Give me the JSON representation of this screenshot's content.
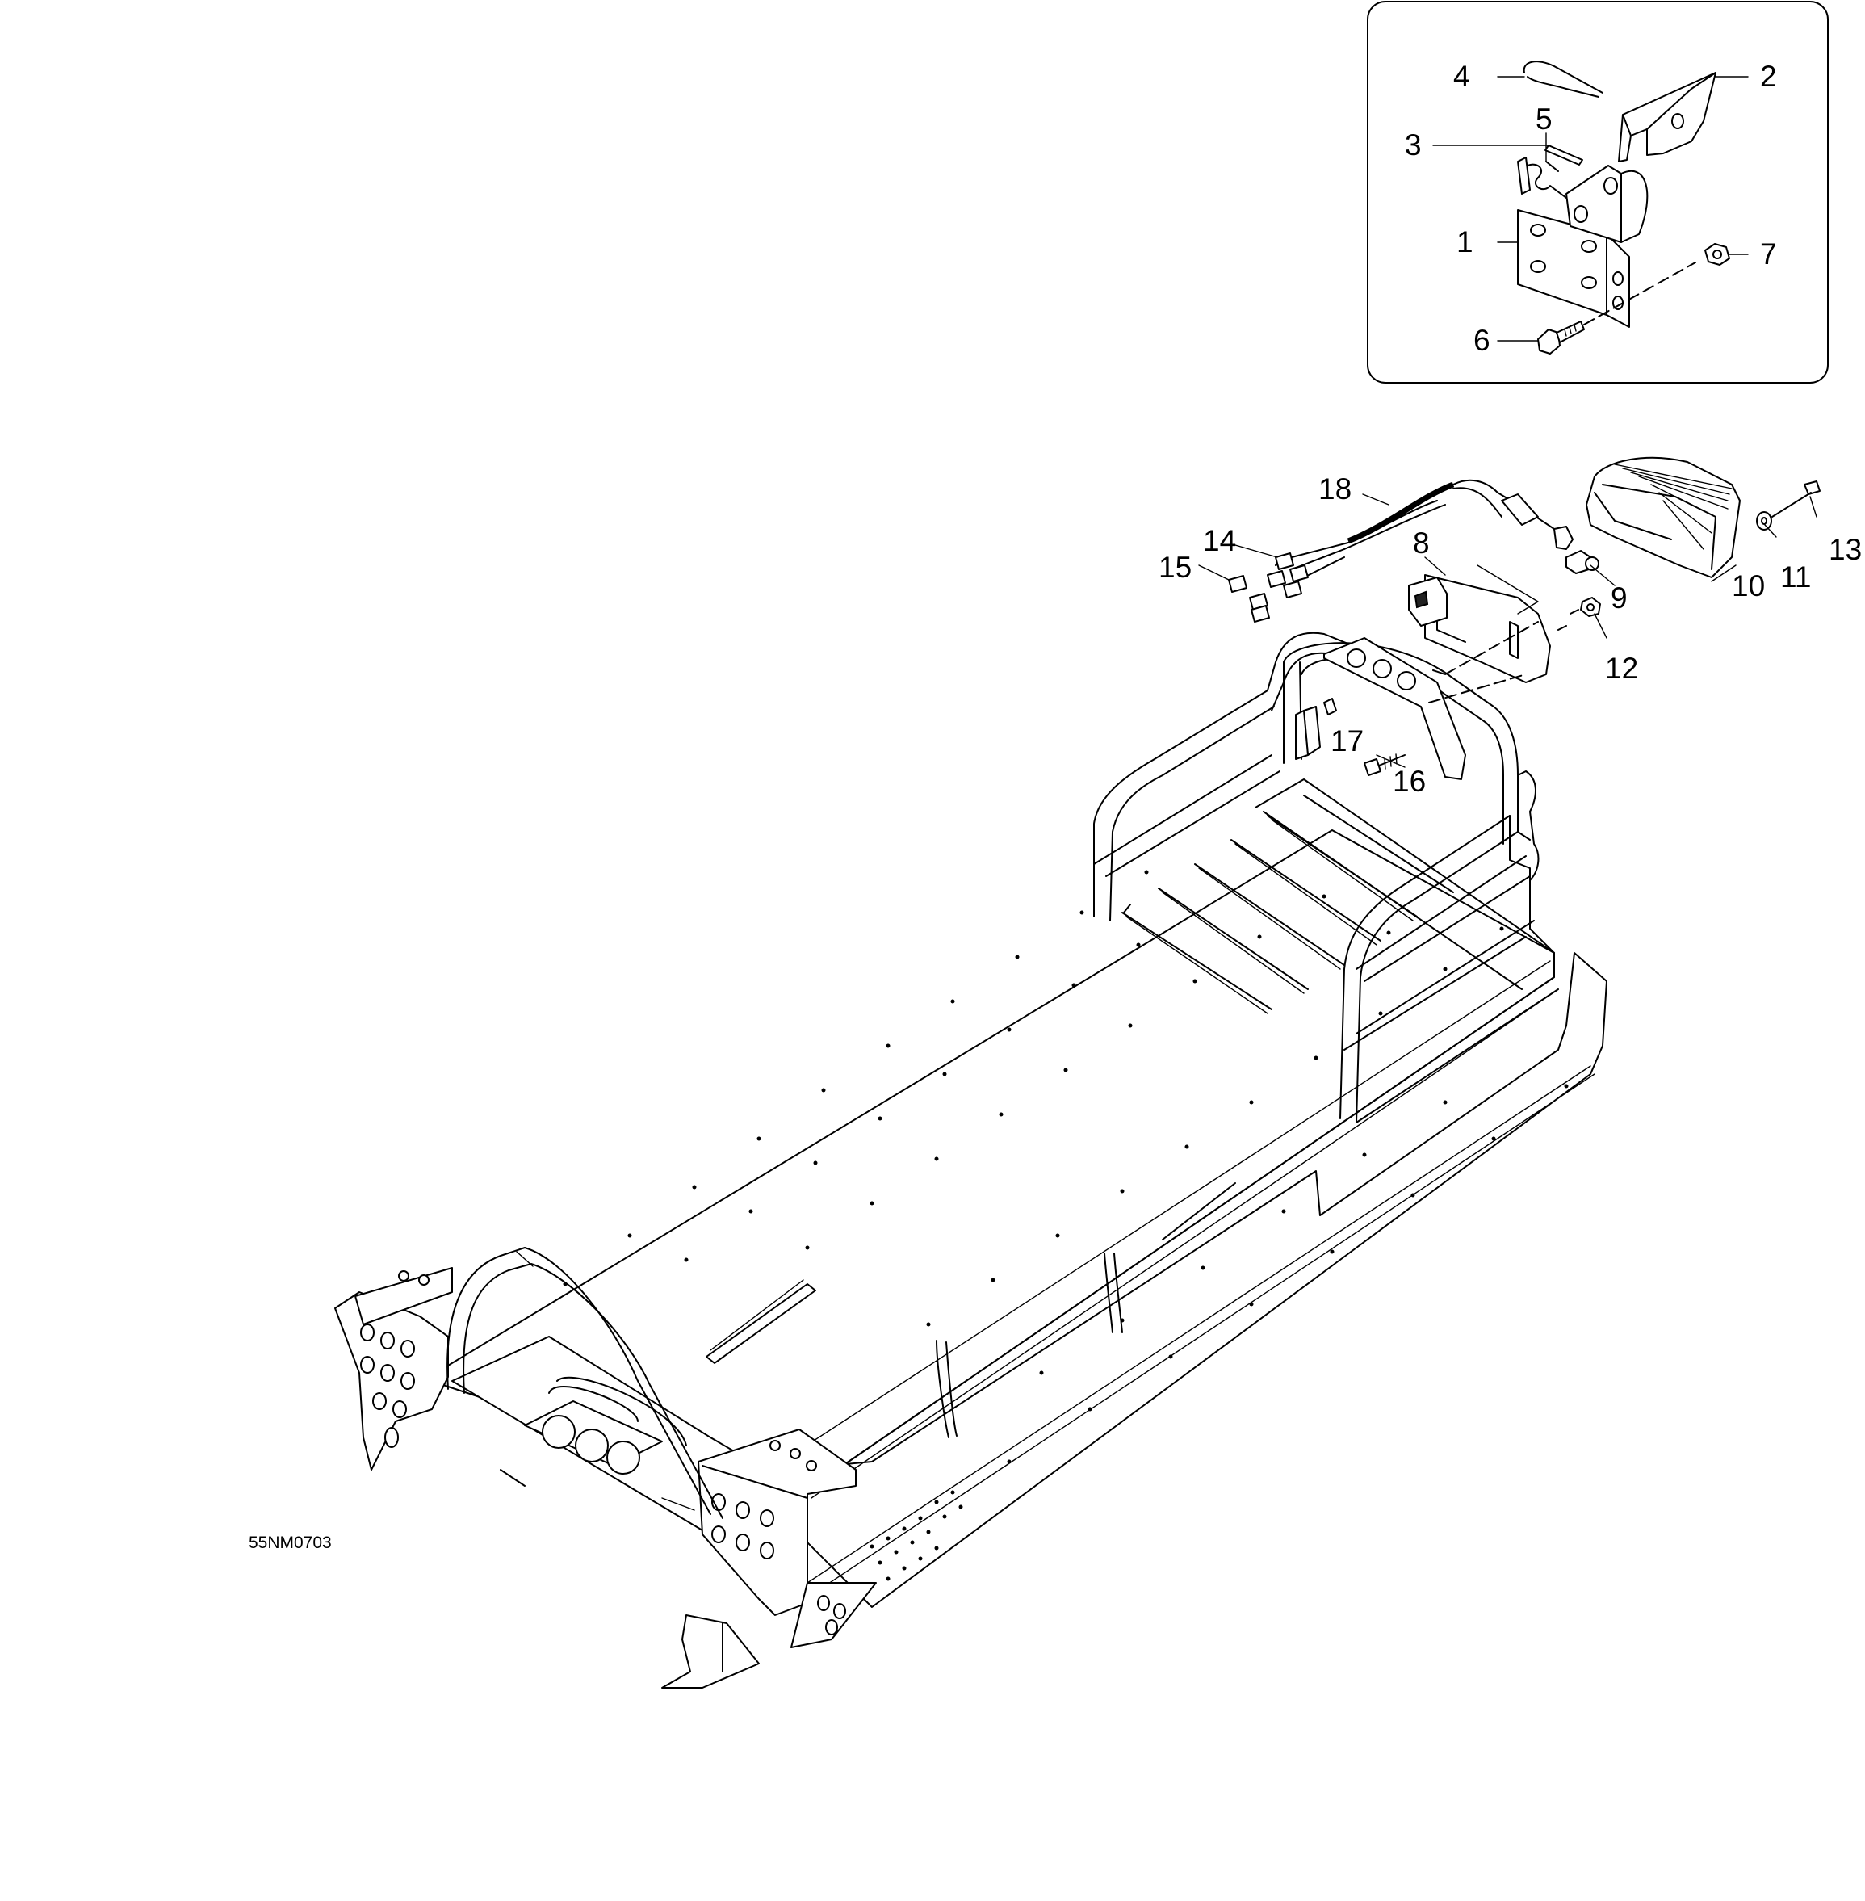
{
  "drawing_code": "55NM0703",
  "callouts": {
    "c1": "1",
    "c2": "2",
    "c3": "3",
    "c4": "4",
    "c5": "5",
    "c6": "6",
    "c7": "7",
    "c8": "8",
    "c9": "9",
    "c10": "10",
    "c11": "11",
    "c12": "12",
    "c13": "13",
    "c14": "14",
    "c15": "15",
    "c16": "16",
    "c17": "17",
    "c18": "18"
  }
}
